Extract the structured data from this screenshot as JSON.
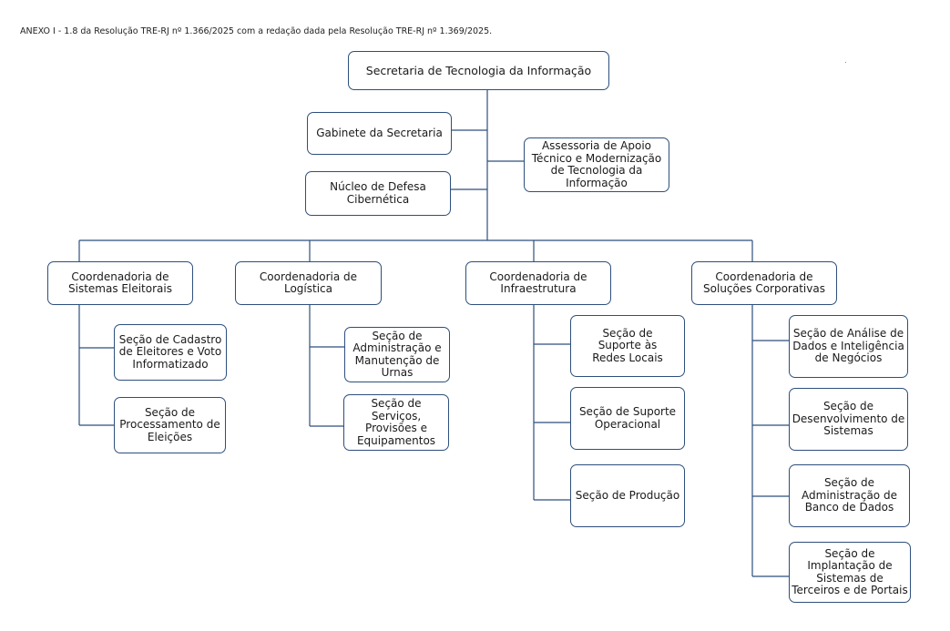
{
  "header": "ANEXO I - 1.8 da Resolução TRE-RJ nº 1.366/2025 com a redação dada pela Resolução TRE-RJ nº 1.369/2025.",
  "nodes": {
    "root": "Secretaria de Tecnologia da Informação",
    "gabinete": "Gabinete da Secretaria",
    "nucleo": "Núcleo de Defesa Cibernética",
    "assessoria": "Assessoria de Apoio Técnico e Modernização de Tecnologia da Informação",
    "coord_sistemas": "Coordenadoria de Sistemas Eleitorais",
    "coord_logistica": "Coordenadoria de Logística",
    "coord_infra": "Coordenadoria de Infraestrutura",
    "coord_solucoes": "Coordenadoria de Soluções Corporativas",
    "sec_cadastro": "Seção de Cadastro de Eleitores e Voto Informatizado",
    "sec_processamento": "Seção de Processamento de Eleições",
    "sec_administracao_urnas": "Seção de Administração e Manutenção de Urnas",
    "sec_servicos": "Seção de Serviços, Provisões e Equipamentos",
    "sec_redes": "Seção de Suporte às Redes Locais",
    "sec_suporte_operacional": "Seção de Suporte Operacional",
    "sec_producao": "Seção de Produção",
    "sec_analise": "Seção de Análise de Dados e Inteligência de Negócios",
    "sec_desenvolvimento": "Seção de Desenvolvimento de Sistemas",
    "sec_banco": "Seção de Administração de Banco de Dados",
    "sec_implantacao": "Seção de Implantação de Sistemas de Terceiros e de Portais"
  },
  "edges": [
    [
      "root",
      "gabinete"
    ],
    [
      "root",
      "nucleo"
    ],
    [
      "root",
      "assessoria"
    ],
    [
      "root",
      "coord_sistemas"
    ],
    [
      "root",
      "coord_logistica"
    ],
    [
      "root",
      "coord_infra"
    ],
    [
      "root",
      "coord_solucoes"
    ],
    [
      "coord_sistemas",
      "sec_cadastro"
    ],
    [
      "coord_sistemas",
      "sec_processamento"
    ],
    [
      "coord_logistica",
      "sec_administracao_urnas"
    ],
    [
      "coord_logistica",
      "sec_servicos"
    ],
    [
      "coord_infra",
      "sec_redes"
    ],
    [
      "coord_infra",
      "sec_suporte_operacional"
    ],
    [
      "coord_infra",
      "sec_producao"
    ],
    [
      "coord_solucoes",
      "sec_analise"
    ],
    [
      "coord_solucoes",
      "sec_desenvolvimento"
    ],
    [
      "coord_solucoes",
      "sec_banco"
    ],
    [
      "coord_solucoes",
      "sec_implantacao"
    ]
  ],
  "colors": {
    "border": "#2d4f7c",
    "line": "#2d4f7c"
  }
}
